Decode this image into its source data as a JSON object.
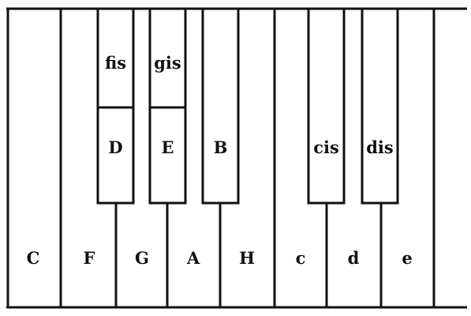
{
  "keyboard": {
    "white_keys": [
      "C",
      "F",
      "G",
      "A",
      "H",
      "c",
      "d",
      "e"
    ],
    "black_keys": [
      {
        "lower": "D",
        "upper": "fis"
      },
      {
        "lower": "E",
        "upper": "gis"
      },
      {
        "lower": "B",
        "upper": ""
      },
      {
        "lower": "cis",
        "upper": ""
      },
      {
        "lower": "dis",
        "upper": ""
      }
    ]
  },
  "colors": {
    "line": "#111111",
    "key_fill": "#ffffff"
  }
}
